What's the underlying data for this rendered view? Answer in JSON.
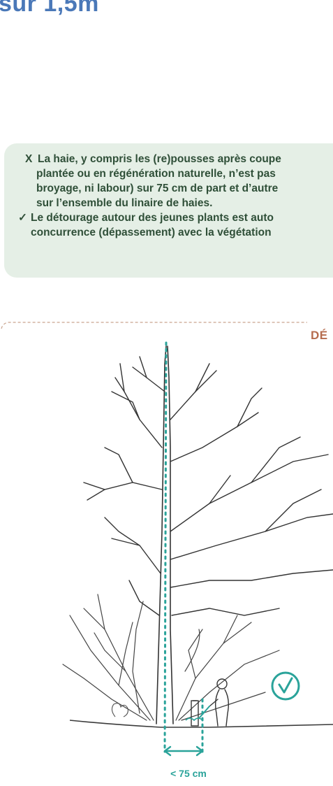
{
  "page": {
    "title": "sur 1,5m"
  },
  "info_box": {
    "rules": [
      {
        "mark": "X",
        "lines": [
          "La haie, y compris les (re)pousses après coupe",
          "plantée ou en régénération naturelle, n’est pas",
          "broyage, ni labour) sur 75 cm de part et d’autre",
          "sur l’ensemble du linaire de haies."
        ]
      },
      {
        "mark": "✓",
        "lines": [
          "Le détourage autour des jeunes plants est auto",
          "concurrence (dépassement) avec la végétation"
        ]
      }
    ]
  },
  "section_label": "DÉ",
  "illustration": {
    "dimension_label": "< 75 cm",
    "check_icon": "check-circle-icon",
    "colors": {
      "accent": "#2aa39a",
      "ink": "#333333",
      "title": "#4a78b8",
      "box": "#e5efe6",
      "section": "#b56c4e"
    }
  }
}
